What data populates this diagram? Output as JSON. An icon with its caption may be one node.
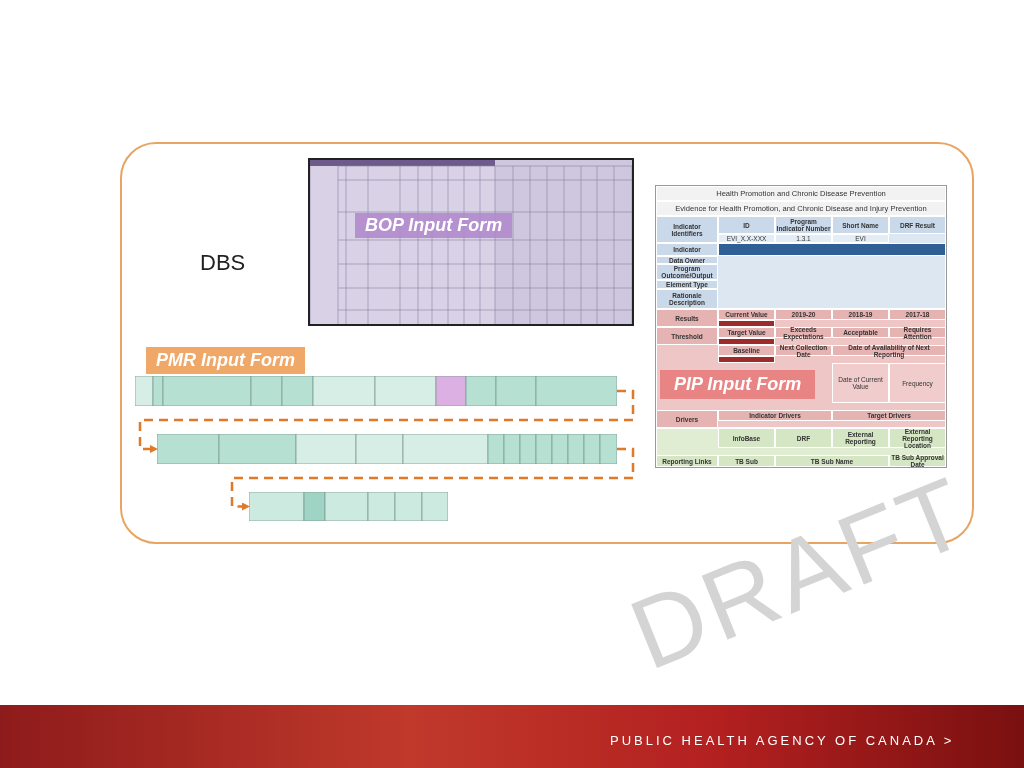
{
  "diagram": {
    "nodes": [
      {
        "text": [],
        "shape": "picture",
        "beside": [
          "PMR Input Form"
        ]
      },
      {
        "text": [],
        "shape": "picture"
      },
      {
        "text": [],
        "shape": "picture"
      }
    ],
    "edges": [
      {
        "from": 0,
        "to": 1,
        "arrow": "to",
        "style": "dashed"
      },
      {
        "from": 1,
        "to": 2,
        "arrow": "to",
        "style": "dashed"
      }
    ],
    "labels": [
      "DBS",
      "BOP Input Form",
      "Health Promotion and Chronic Disease Prevention",
      "Evidence for Health Promotion, and Chronic Disease and Injury Prevention",
      "Indicator Identifiers",
      "ID",
      "Program Indicator Number",
      "Short Name",
      "DRF Result",
      "EVI_X.X-XXX",
      "1.3.1",
      "EVI",
      "Indicator",
      "Data Owner",
      "Program Outcome/Output",
      "Element Type",
      "Rationale Description",
      "Results",
      "Current Value",
      "2019-20",
      "2018-19",
      "2017-18",
      "Threshold",
      "Target Value",
      "Exceeds Expectations",
      "Acceptable",
      "Requires Attention",
      "Baseline",
      "Next Collection Date",
      "Date of Availability of Next Reporting",
      "Date of Current Value",
      "Frequency",
      "Drivers",
      "Indicator Drivers",
      "Target Drivers",
      "InfoBase",
      "DRF",
      "External Reporting",
      "External Reporting Location",
      "Reporting Links",
      "TB Sub",
      "TB Sub Name",
      "TB Sub Approval Date",
      "PIP Input Form",
      "DRAFT",
      "PUBLIC HEALTH AGENCY OF CANADA >"
    ]
  }
}
